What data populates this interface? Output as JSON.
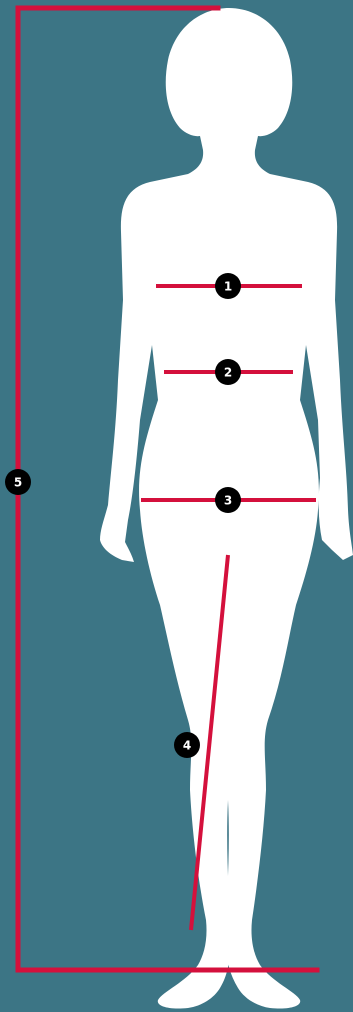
{
  "diagram": {
    "colors": {
      "background": "#3c7585",
      "silhouette": "#ffffff",
      "line": "#d4103c",
      "badge": "#000000",
      "badge_text": "#ffffff"
    },
    "markers": [
      {
        "id": "chest",
        "number": "1"
      },
      {
        "id": "waist",
        "number": "2"
      },
      {
        "id": "hips",
        "number": "3"
      },
      {
        "id": "inseam",
        "number": "4"
      },
      {
        "id": "height",
        "number": "5"
      }
    ]
  }
}
